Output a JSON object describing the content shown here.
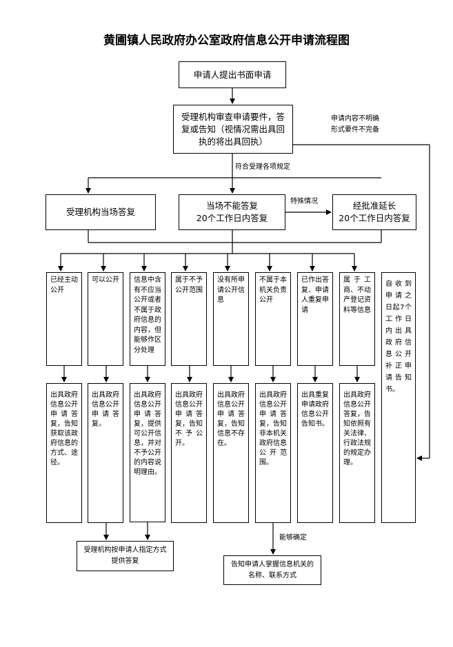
{
  "title": "黄圃镇人民政府办公室政府信息公开申请流程图",
  "steps": {
    "submit": "申请人提出书面申请",
    "review": "受理机构审查申请要件，答复或告知（视情况需出具回执的将出具回执）",
    "onsite": "受理机构当场答复",
    "not_onsite_1": "当场不能答复",
    "not_onsite_2": "20个工作日内答复",
    "extend_1": "经批准延长",
    "extend_2": "20个工作日内答复",
    "provide": "受理机构按申请人指定方式提供答复",
    "inform": "告知申请人掌握信息机关的名称、联系方式"
  },
  "labels": {
    "unclear_1": "申请内容不明确",
    "unclear_2": "形式要件不完备",
    "meets": "符合受理各项规定",
    "special": "特殊情况",
    "confirm": "能够确定"
  },
  "categories": [
    {
      "type": "已经主动公开",
      "result": "出具政府信息公开申请答复，告知获取该政府信息的方式、途径。"
    },
    {
      "type": "可以公开",
      "result": "出具政府信息公开申请答复。"
    },
    {
      "type": "信息中含有不应当公开或者不属于政府信息的内容，但能够作区分处理",
      "result": "出具政府信息公开申请答复，提供可公开信息，并对不予公开的内容说明理由。"
    },
    {
      "type": "属于不予公开范围",
      "result": "出具政府信息公开申请答复，告知不予公开。"
    },
    {
      "type": "没有所申请公开信息",
      "result": "出具政府信息公开申请答复，告知信息不存在。"
    },
    {
      "type": "不属于本机关负责公开",
      "result": "出具政府信息公开申请答复，告知非本机关政府信息公开范围。"
    },
    {
      "type": "已作出答复、申请人重复申请",
      "result": "出具重复申请政府信息公开告知书。"
    },
    {
      "type": "属于工商、不动产登记资料等信息",
      "result": "出具政府信息公开答复，告知依照有关法律、行政法规的规定办理。"
    }
  ],
  "correction": "自收到申请之日起7个工作日内出具政府信息公开补正申请告知书。"
}
